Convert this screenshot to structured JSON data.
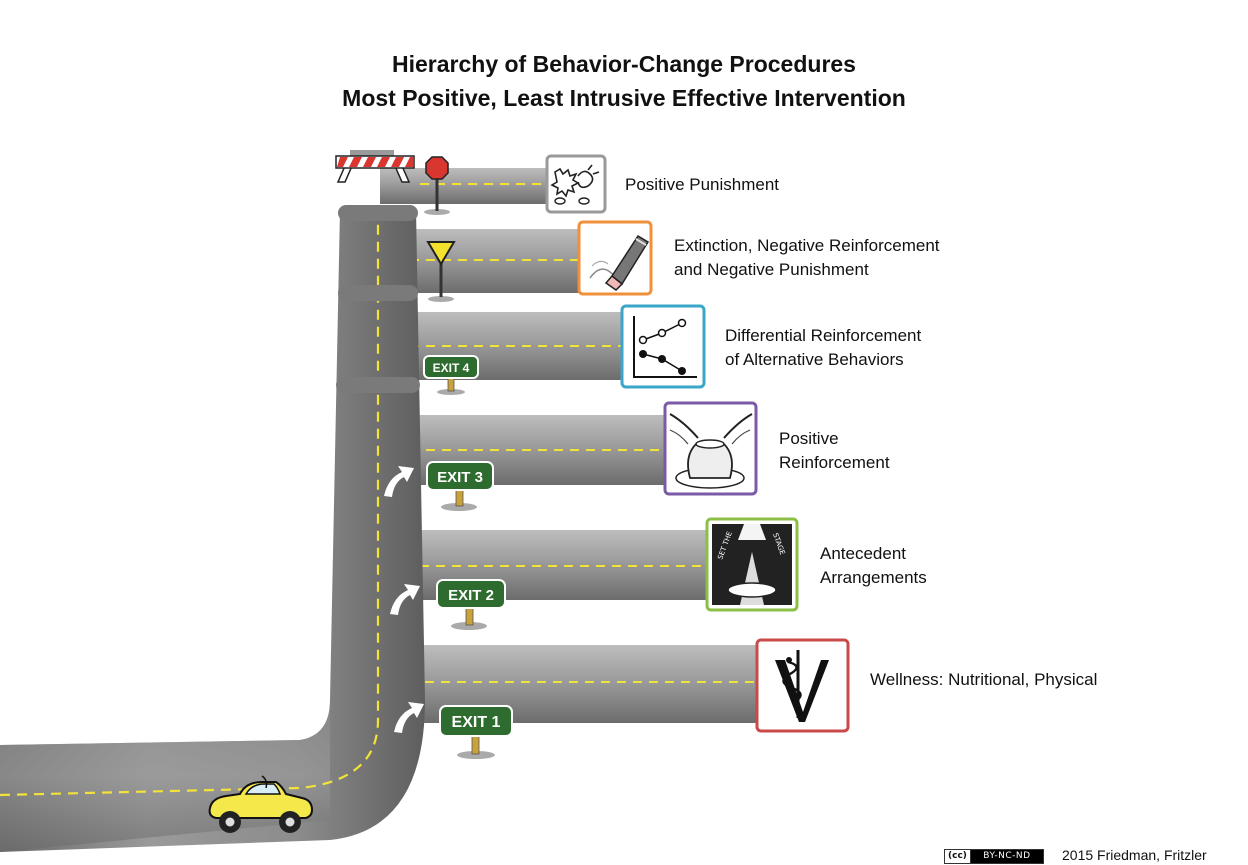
{
  "title": {
    "line1": "Hierarchy of Behavior-Change Procedures",
    "line2": "Most Positive, Least Intrusive Effective Intervention"
  },
  "levels": [
    {
      "label_lines": [
        "Positive Punishment"
      ],
      "icon": "fighting-scribble-icon",
      "frame_color": "#9a9a9a"
    },
    {
      "label_lines": [
        "Extinction, Negative Reinforcement",
        "and Negative Punishment"
      ],
      "icon": "eraser-icon",
      "frame_color": "#f0903a"
    },
    {
      "label_lines": [
        "Differential Reinforcement",
        "of Alternative Behaviors"
      ],
      "icon": "line-chart-icon",
      "frame_color": "#3aa6c8"
    },
    {
      "label_lines": [
        "Positive",
        "Reinforcement"
      ],
      "icon": "pottery-hands-icon",
      "frame_color": "#7b5aa6"
    },
    {
      "label_lines": [
        "Antecedent",
        "Arrangements"
      ],
      "icon": "set-the-stage-icon",
      "frame_color": "#8bbf45",
      "icon_text": [
        "SET THE",
        "STAGE"
      ]
    },
    {
      "label_lines": [
        "Wellness: Nutritional, Physical"
      ],
      "icon": "caduceus-v-icon",
      "frame_color": "#c84a4a"
    }
  ],
  "exits": [
    "EXIT 4",
    "EXIT 3",
    "EXIT 2",
    "EXIT 1"
  ],
  "signs": {
    "stop": "stop-sign-icon",
    "yield": "yield-sign-icon"
  },
  "license": {
    "cc": "(cc)",
    "terms": "BY-NC-ND"
  },
  "credit": "2015 Friedman, Fritzler",
  "colors": {
    "road": "#8e8e8e",
    "road_dark": "#6f6f6f",
    "lane": "#f2e23a",
    "exit_sign": "#2e6b2e",
    "car": "#f5e84a"
  }
}
